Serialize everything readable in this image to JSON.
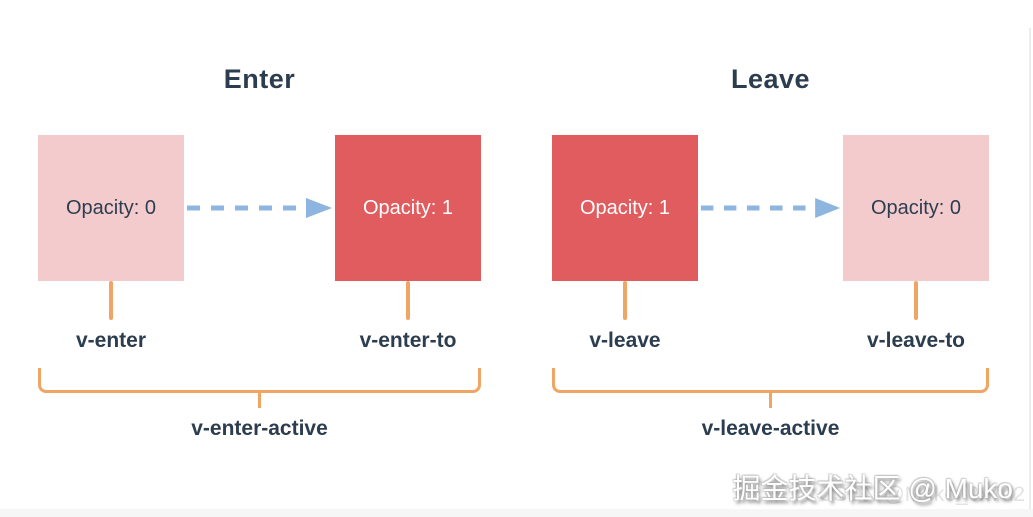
{
  "colors": {
    "pink": "#f3cbcd",
    "red": "#e05c5f",
    "orange": "#f0a565",
    "blue": "#8db5df",
    "navy": "#2d3d50"
  },
  "panels": [
    {
      "title": "Enter",
      "from": {
        "label": "Opacity: 0",
        "variant": "pink",
        "class_name": "v-enter"
      },
      "to": {
        "label": "Opacity: 1",
        "variant": "red",
        "class_name": "v-enter-to"
      },
      "active_class": "v-enter-active"
    },
    {
      "title": "Leave",
      "from": {
        "label": "Opacity: 1",
        "variant": "red",
        "class_name": "v-leave"
      },
      "to": {
        "label": "Opacity: 0",
        "variant": "pink",
        "class_name": "v-leave-to"
      },
      "active_class": "v-leave-active"
    }
  ],
  "watermark": {
    "community": "掘金技术社区 @ Muko",
    "csdn": "CSDN @Muko_0x7d2"
  }
}
